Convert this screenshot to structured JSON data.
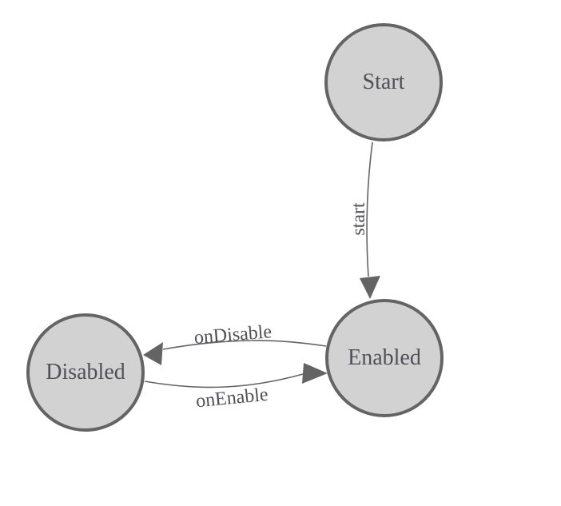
{
  "colors": {
    "background": "#ffffff",
    "node_fill": "#d2d2d2",
    "node_stroke": "#646464",
    "edge_stroke": "#646464",
    "text": "#50505a"
  },
  "diagram": {
    "type": "state-machine",
    "nodes": [
      {
        "id": "start",
        "label": "Start"
      },
      {
        "id": "enabled",
        "label": "Enabled"
      },
      {
        "id": "disabled",
        "label": "Disabled"
      }
    ],
    "edges": [
      {
        "id": "start-transition",
        "label": "start",
        "from": "Start",
        "to": "Enabled"
      },
      {
        "id": "on-disable",
        "label": "onDisable",
        "from": "Enabled",
        "to": "Disabled"
      },
      {
        "id": "on-enable",
        "label": "onEnable",
        "from": "Disabled",
        "to": "Enabled"
      }
    ]
  }
}
